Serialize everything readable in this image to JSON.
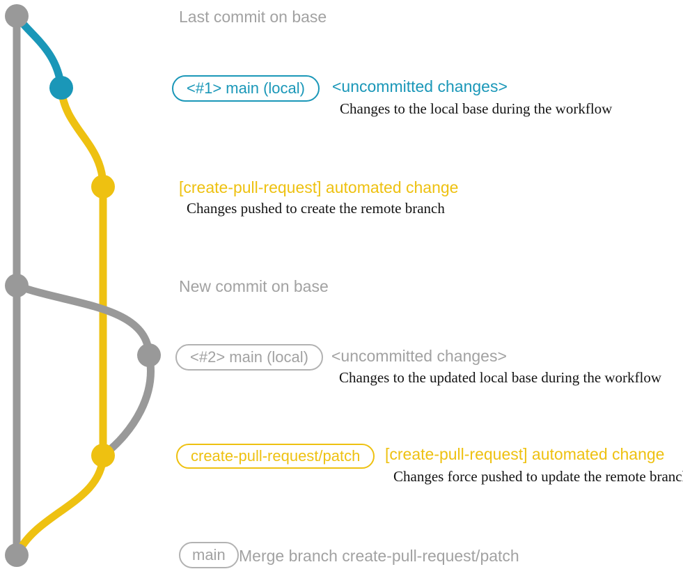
{
  "colors": {
    "teal": "#1a97b8",
    "yellow": "#eec111",
    "gray_line": "#999999",
    "gray_text": "#a2a2a2",
    "gray_border": "#b2b2b2",
    "dark_text": "#141414",
    "background": "#ffffff"
  },
  "events": [
    {
      "label": "Last commit on base"
    },
    {
      "branch_label": "<#1> main (local)",
      "title": "<uncommitted changes>",
      "description": "Changes to the local base during the workflow"
    },
    {
      "title": "[create-pull-request] automated change",
      "description": "Changes pushed to create the remote branch"
    },
    {
      "label": "New commit on base"
    },
    {
      "branch_label": "<#2> main (local)",
      "title": "<uncommitted changes>",
      "description": "Changes to the updated local base during the workflow"
    },
    {
      "branch_label": "create-pull-request/patch",
      "title": "[create-pull-request] automated change",
      "description": "Changes force pushed to update the remote branch"
    },
    {
      "branch_label": "main",
      "label": "Merge branch create-pull-request/patch"
    }
  ],
  "graph": {
    "commit_nodes": [
      {
        "id": "last-commit-on-base",
        "color": "gray"
      },
      {
        "id": "local-main-1",
        "color": "teal"
      },
      {
        "id": "patch-branch-created",
        "color": "yellow"
      },
      {
        "id": "new-commit-on-base",
        "color": "gray"
      },
      {
        "id": "local-main-2",
        "color": "gray"
      },
      {
        "id": "patch-branch-updated",
        "color": "yellow"
      },
      {
        "id": "merge-commit",
        "color": "gray"
      }
    ]
  }
}
